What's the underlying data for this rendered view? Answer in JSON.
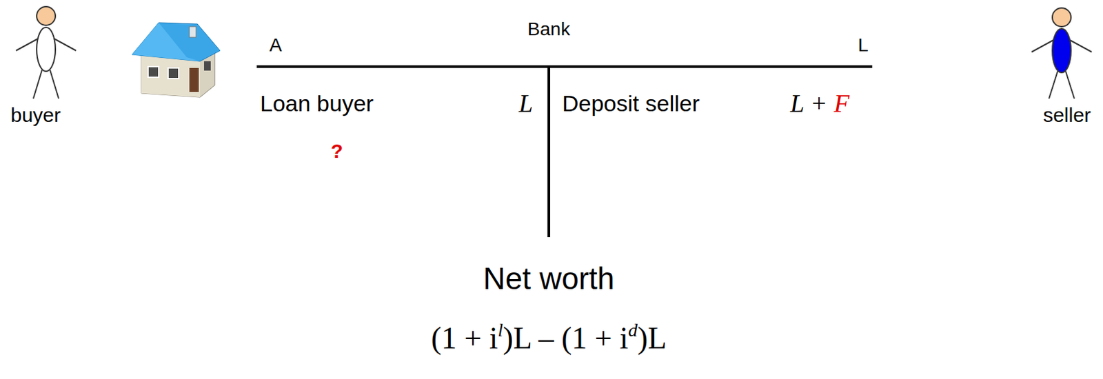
{
  "diagram": {
    "labels": [
      "buyer",
      "A",
      "Bank",
      "L",
      "Loan buyer",
      "L",
      "?",
      "Deposit seller",
      "L +",
      "F",
      "seller",
      "Net worth",
      "(1 + i",
      "l",
      ")L – (1 + i",
      "d",
      ")L"
    ]
  }
}
